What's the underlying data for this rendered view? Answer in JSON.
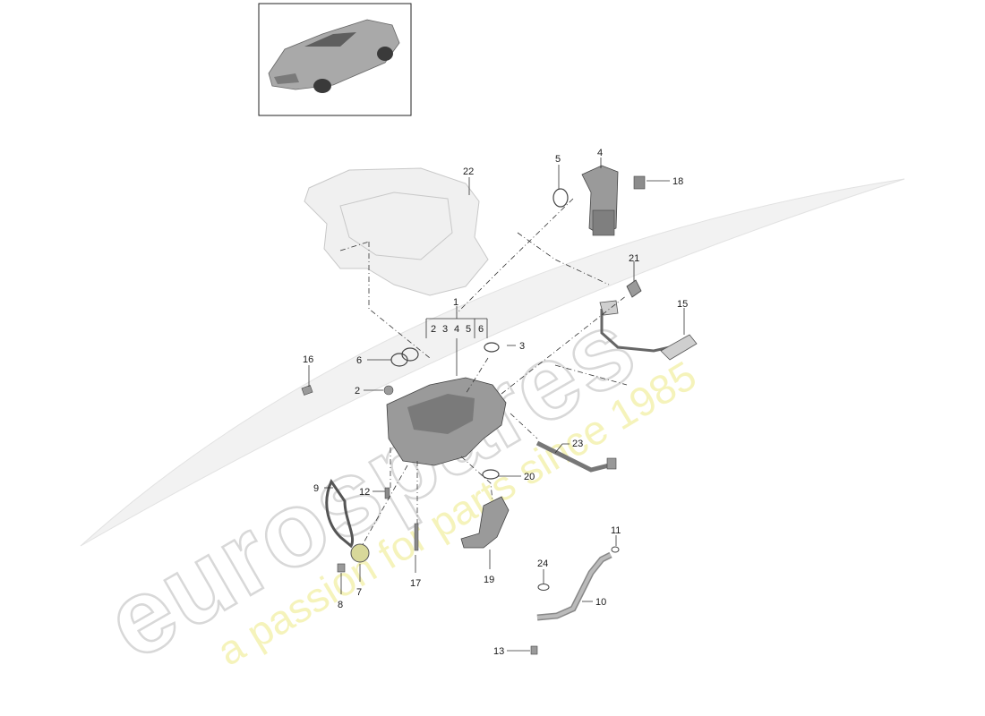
{
  "watermark": {
    "brand": "eurospares",
    "tagline": "a passion for parts since 1985"
  },
  "thumbnail": {
    "icon": "car-thumbnail-icon"
  },
  "group_bracket": {
    "parent": "1",
    "children": [
      "2",
      "3",
      "4",
      "5",
      "6"
    ]
  },
  "callouts": {
    "c2": "2",
    "c3": "3",
    "c4": "4",
    "c5": "5",
    "c6": "6",
    "c7": "7",
    "c8": "8",
    "c9": "9",
    "c10": "10",
    "c11": "11",
    "c12": "12",
    "c13": "13",
    "c15": "15",
    "c16": "16",
    "c17": "17",
    "c18": "18",
    "c19": "19",
    "c20": "20",
    "c21": "21",
    "c22": "22",
    "c23": "23",
    "c24": "24"
  }
}
